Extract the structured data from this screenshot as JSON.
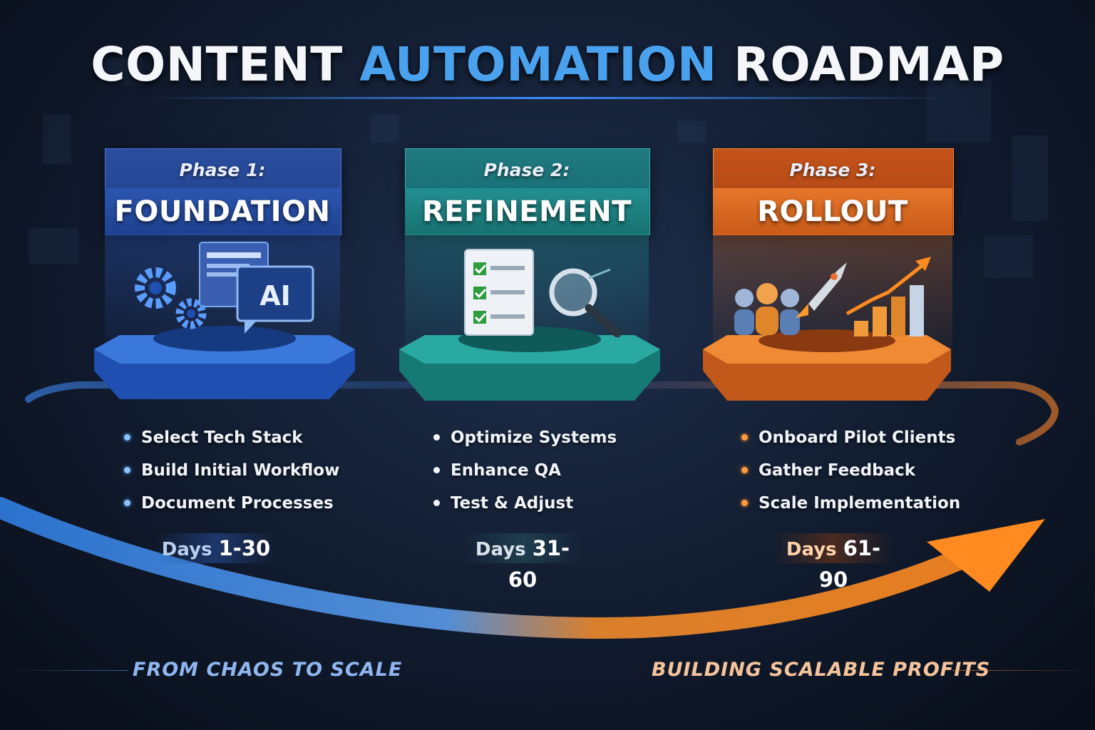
{
  "title": {
    "word1": "CONTENT",
    "word2": "AUTOMATION",
    "word3": "ROADMAP"
  },
  "colors": {
    "phase1": "#2a56b0",
    "phase2": "#238f92",
    "phase3": "#e5762a",
    "title_accent": "#4aa2ee"
  },
  "phases": [
    {
      "phase_label": "Phase 1:",
      "name": "FOUNDATION",
      "icon": "gears-monitor-ai-icon",
      "icon_text": "AI",
      "bullets": [
        "Select Tech Stack",
        "Build Initial Workflow",
        "Document Processes"
      ],
      "days_label": "Days",
      "days_range": "1-30"
    },
    {
      "phase_label": "Phase 2:",
      "name": "REFINEMENT",
      "icon": "checklist-magnifier-icon",
      "bullets": [
        "Optimize Systems",
        "Enhance QA",
        "Test & Adjust"
      ],
      "days_label": "Days",
      "days_range": "31-60"
    },
    {
      "phase_label": "Phase 3:",
      "name": "ROLLOUT",
      "icon": "rocket-people-growth-chart-icon",
      "bullets": [
        "Onboard Pilot Clients",
        "Gather Feedback",
        "Scale Implementation"
      ],
      "days_label": "Days",
      "days_range": "61-90"
    }
  ],
  "taglines": {
    "left": "FROM CHAOS TO SCALE",
    "right": "BUILDING SCALABLE PROFITS"
  }
}
